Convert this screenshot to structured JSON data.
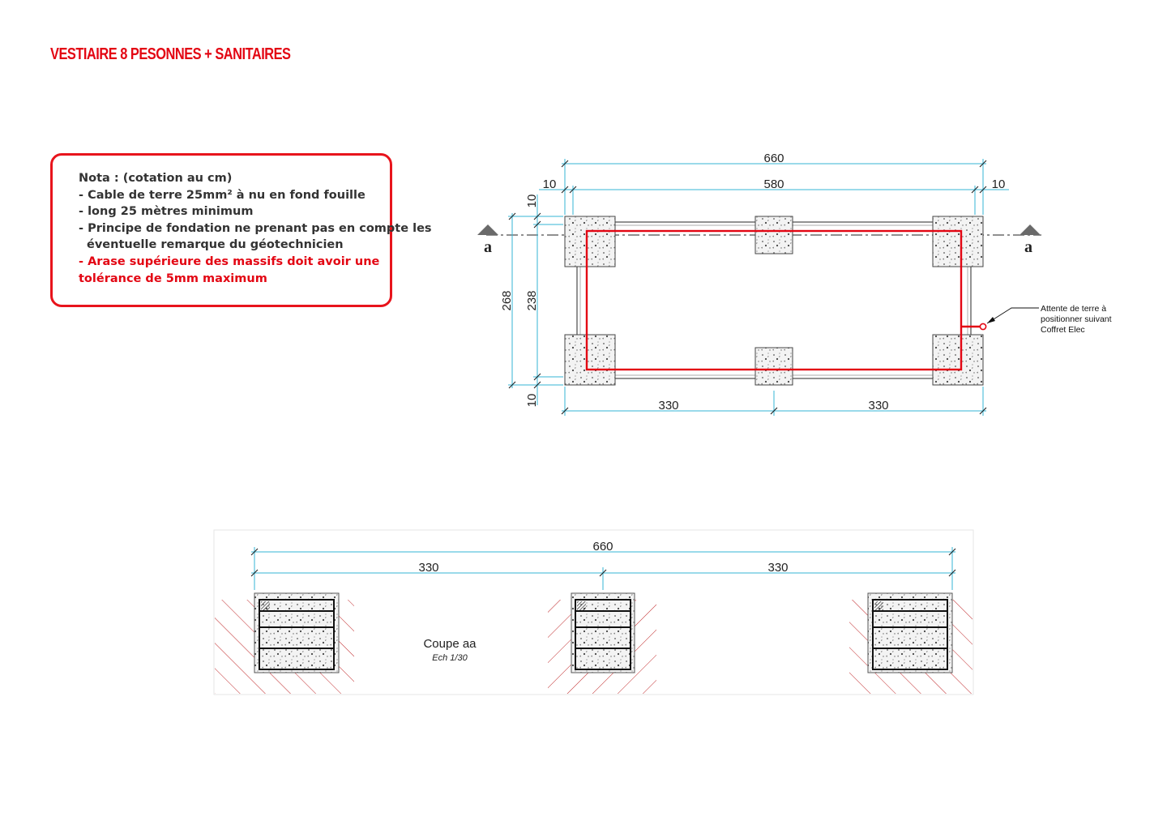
{
  "header": {
    "title": "VESTIAIRE 8 PESONNES + SANITAIRES"
  },
  "nota": {
    "heading": "Nota : (cotation au cm)",
    "lines": [
      "- Cable de terre 25mm² à nu en fond fouille",
      "- long 25 mètres minimum",
      "- Principe de fondation ne prenant pas en compte les",
      "éventuelle remarque du géotechnicien"
    ],
    "alert_lines": [
      "- Arase supérieure des massifs doit avoir une",
      "tolérance de 5mm maximum"
    ]
  },
  "plan": {
    "dims": {
      "total_width": "660",
      "inner_width": "580",
      "left_offset": "10",
      "right_offset": "10",
      "top_offset": "10",
      "bottom_offset": "10",
      "total_depth": "268",
      "inner_depth": "238",
      "bottom_left": "330",
      "bottom_right": "330"
    },
    "section_marker_left": "a",
    "section_marker_right": "a",
    "annotation": [
      "Attente de terre à",
      "positionner suivant",
      "Coffret Elec"
    ]
  },
  "section": {
    "dims": {
      "total": "660",
      "left": "330",
      "right": "330"
    },
    "title": "Coupe aa",
    "scale": "Ech 1/30"
  },
  "colors": {
    "accent_red": "#e30613",
    "dimension_cyan": "#35b6d6",
    "earth_hatch": "#c0282a",
    "concrete_fill": "#f1f1f1",
    "outline": "#666666"
  }
}
